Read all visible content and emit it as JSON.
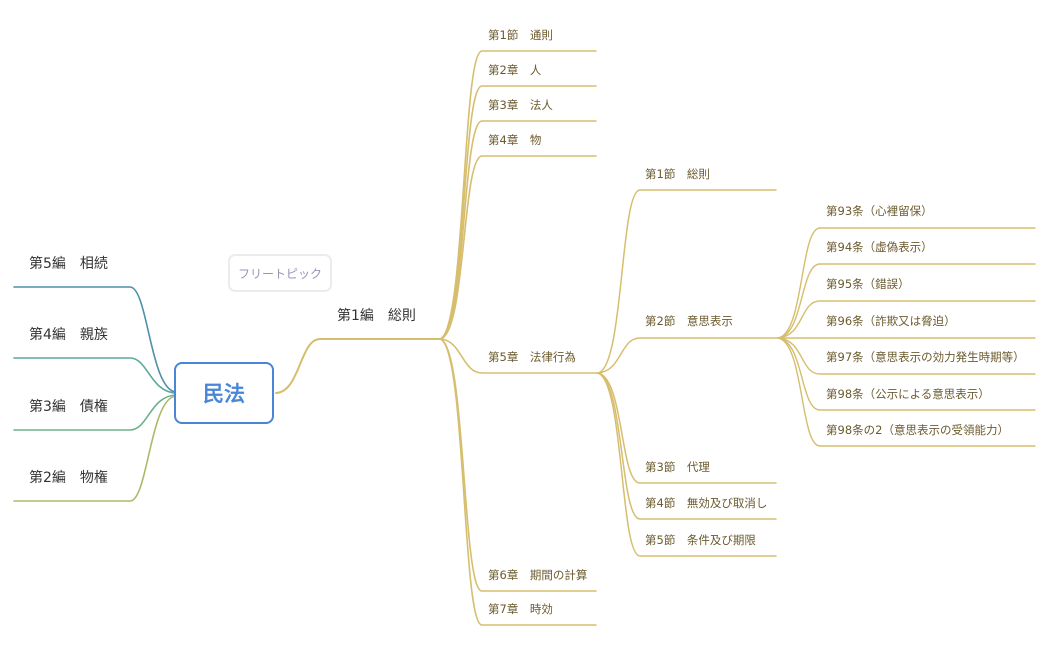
{
  "mindmap": {
    "root": {
      "label": "民法",
      "color": "#4a86d8"
    },
    "floating_topic": {
      "label": "フリートピック"
    },
    "left_branches": [
      {
        "label": "第5編　相続",
        "color": "#4f8fa8"
      },
      {
        "label": "第4編　親族",
        "color": "#5aa99a"
      },
      {
        "label": "第3編　債権",
        "color": "#6fb08a"
      },
      {
        "label": "第2編　物権",
        "color": "#a9bb6a"
      }
    ],
    "right_branch": {
      "label": "第1編　総則",
      "color": "#d6be6e",
      "chapters": [
        {
          "label": "第1節　通則"
        },
        {
          "label": "第2章　人"
        },
        {
          "label": "第3章　法人"
        },
        {
          "label": "第4章　物"
        },
        {
          "label": "第5章　法律行為",
          "sections": [
            {
              "label": "第1節　総則"
            },
            {
              "label": "第2節　意思表示",
              "articles": [
                {
                  "label": "第93条（心裡留保）"
                },
                {
                  "label": "第94条（虚偽表示）"
                },
                {
                  "label": "第95条（錯誤）"
                },
                {
                  "label": "第96条（詐欺又は脅迫）"
                },
                {
                  "label": "第97条（意思表示の効力発生時期等）"
                },
                {
                  "label": "第98条（公示による意思表示）"
                },
                {
                  "label": "第98条の2（意思表示の受領能力）"
                }
              ]
            },
            {
              "label": "第3節　代理"
            },
            {
              "label": "第4節　無効及び取消し"
            },
            {
              "label": "第5節　条件及び期限"
            }
          ]
        },
        {
          "label": "第6章　期間の計算"
        },
        {
          "label": "第7章　時効"
        }
      ]
    }
  }
}
